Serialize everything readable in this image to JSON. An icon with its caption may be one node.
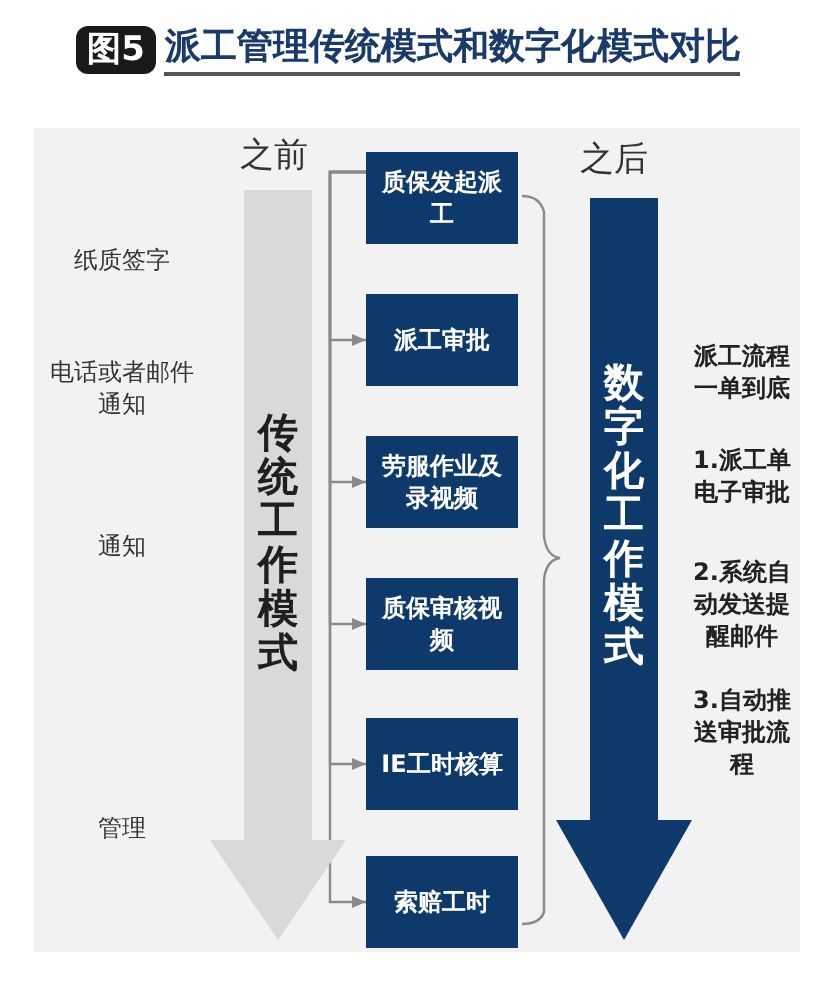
{
  "diagram": {
    "title": "派工管理传统模式和数字化模式对比",
    "nodes": [
      {
        "text": [
          "质保发起派工"
        ]
      },
      {
        "text": [
          "派工审批"
        ]
      },
      {
        "text": [
          "劳服作业及录视频"
        ]
      },
      {
        "text": [
          "质保审核视频"
        ]
      },
      {
        "text": [
          "IE工时核算"
        ]
      },
      {
        "text": [
          "索赔工时"
        ]
      },
      {
        "text": [
          "之前",
          "传统工作模式"
        ]
      },
      {
        "text": [
          "之后",
          "数字化工作模式"
        ]
      }
    ],
    "edges": [
      {
        "from": 0,
        "to": 1,
        "arrow": "to",
        "color": "#8a8a8a"
      },
      {
        "from": 0,
        "to": 2,
        "arrow": "to",
        "color": "#8a8a8a"
      },
      {
        "from": 0,
        "to": 3,
        "arrow": "to",
        "color": "#8a8a8a"
      },
      {
        "from": 0,
        "to": 4,
        "arrow": "to",
        "color": "#8a8a8a"
      },
      {
        "from": 0,
        "to": 5,
        "arrow": "to",
        "color": "#8a8a8a"
      }
    ],
    "labels": [
      "图5",
      "纸质签字",
      "电话或者邮件通知",
      "通知",
      "管理",
      "派工流程一单到底",
      "1.派工单电子审批",
      "2.系统自动发送提醒邮件",
      "3.自动推送审批流程"
    ]
  }
}
